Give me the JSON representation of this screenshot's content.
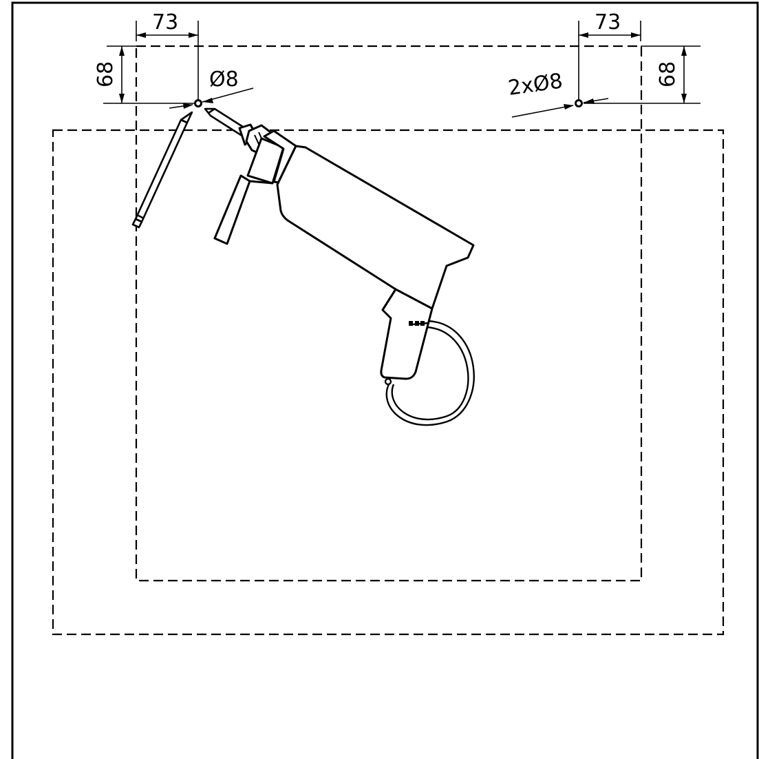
{
  "colors": {
    "ink": "#000000",
    "paper": "#ffffff"
  },
  "dimensions": {
    "left_horizontal": "73",
    "right_horizontal": "73",
    "left_vertical": "68",
    "right_vertical": "68",
    "left_hole": "Ø8",
    "right_hole": "2xØ8"
  },
  "icons": {
    "drill": "power-drill-icon",
    "pencil": "pencil-icon",
    "drill_bit": "drill-bit-icon"
  }
}
